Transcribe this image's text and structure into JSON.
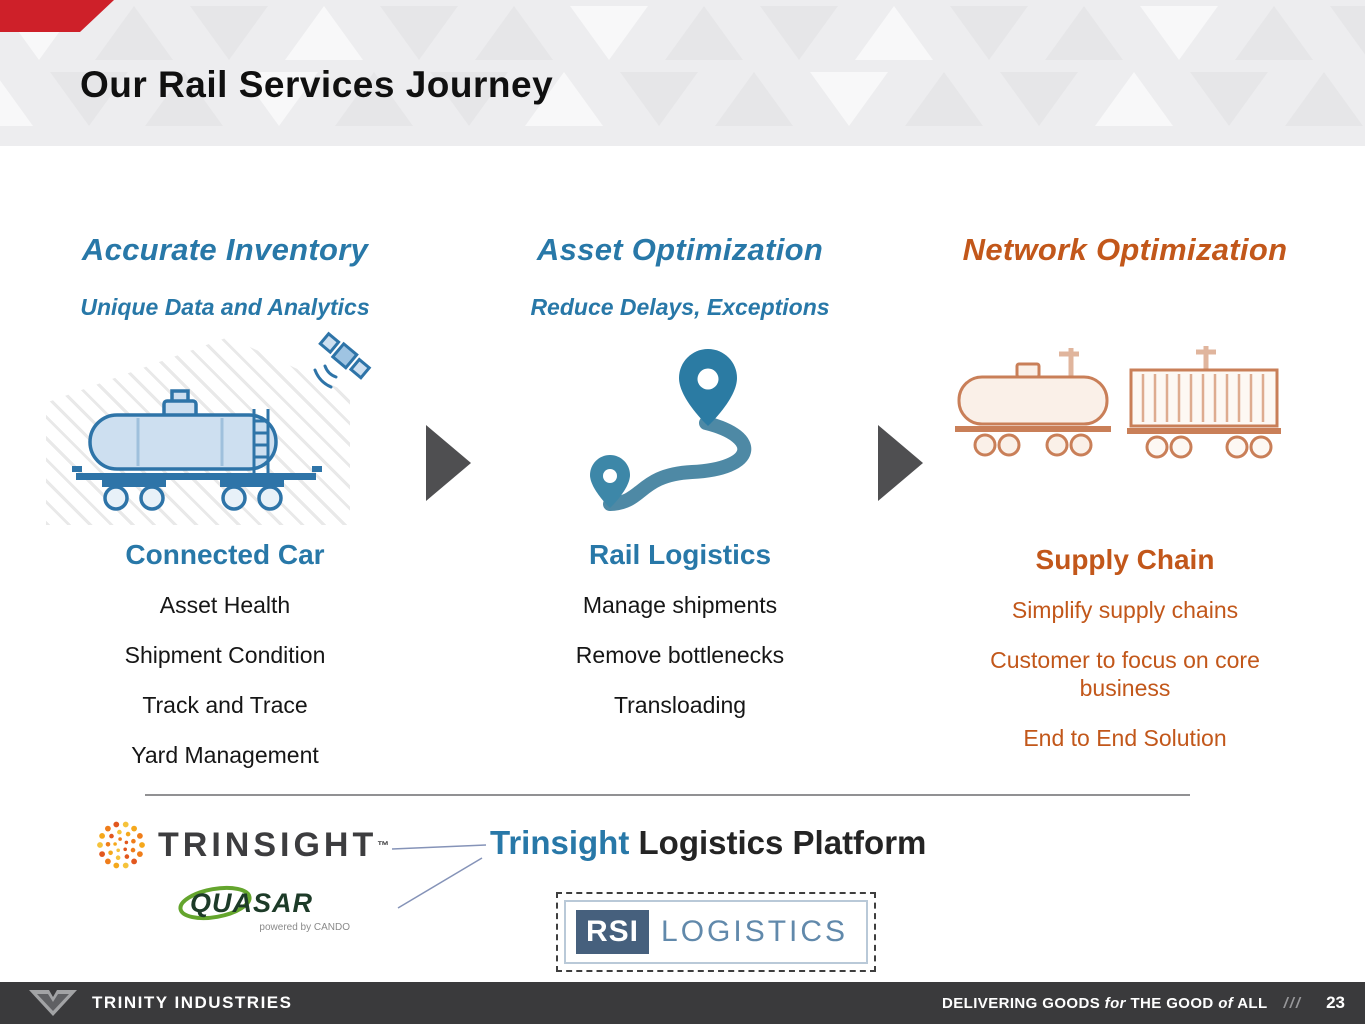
{
  "header": {
    "title": "Our Rail Services Journey"
  },
  "columns": [
    {
      "heading": "Accurate Inventory",
      "subtitle": "Unique Data and Analytics",
      "label": "Connected Car",
      "items": [
        "Asset Health",
        "Shipment Condition",
        "Track and Trace",
        "Yard Management"
      ]
    },
    {
      "heading": "Asset Optimization",
      "subtitle": "Reduce Delays, Exceptions",
      "label": "Rail Logistics",
      "items": [
        "Manage shipments",
        "Remove bottlenecks",
        "Transloading"
      ]
    },
    {
      "heading": "Network Optimization",
      "label": "Supply Chain",
      "items": [
        "Simplify supply chains",
        "Customer to focus on core business",
        "End to End Solution"
      ]
    }
  ],
  "icons": {
    "column1": "tank-car-with-satellite-icon",
    "column2": "route-map-pins-icon",
    "column3": "tank-car-and-boxcar-icon",
    "arrows": "right-flow-arrow"
  },
  "platform": {
    "trinsight": {
      "name": "TRINSIGHT",
      "tm": "™"
    },
    "quasar": {
      "name": "QUASAR",
      "tagline": "powered by CANDO"
    },
    "title": {
      "accent": "Trinsight",
      "rest": " Logistics Platform"
    },
    "rsi": {
      "abbr": "RSI",
      "word": "LOGISTICS"
    }
  },
  "footer": {
    "company": "TRINITY INDUSTRIES",
    "tagline": [
      "DELIVERING GOODS ",
      "for",
      " THE GOOD ",
      "of",
      " ALL"
    ],
    "separator": "///",
    "page": "23"
  },
  "colors": {
    "blue": "#2878a8",
    "orange": "#c2571a",
    "accent_red": "#ce2029",
    "footer_bg": "#3a3a3c"
  }
}
